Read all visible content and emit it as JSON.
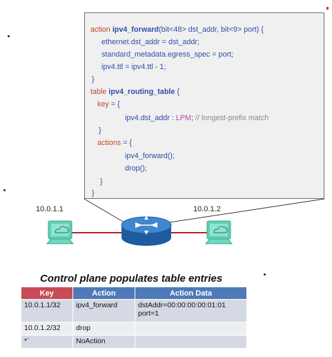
{
  "code": {
    "action_kw": "action",
    "action_name": "ipv4_forward",
    "action_params": "(bit<48> dst_addr, bit<9> port) {",
    "body_line1": "ethernet.dst_addr = dst_addr;",
    "body_line2": "standard_metadata.egress_spec = port;",
    "body_line3": "ipv4.ttl = ipv4.ttl - 1;",
    "close1": "}",
    "table_kw": "table",
    "table_name": "ipv4_routing_table",
    "table_open": " {",
    "key_kw": "key",
    "key_open": " = {",
    "key_field": "ipv4.dst_addr : ",
    "key_match": "LPM",
    "key_semi": "; ",
    "key_comment": "// longest-prefix match",
    "close_key": "}",
    "actions_kw": "actions",
    "actions_open": " = {",
    "actions_item1": "ipv4_forward();",
    "actions_item2": "drop();",
    "close_actions": "}",
    "close_table": "}"
  },
  "topology": {
    "host_left_ip": "10.0.1.1",
    "host_right_ip": "10.0.1.2",
    "link_color": "#b22222",
    "router_color": "#2f6fb0",
    "host_color": "#5fcfb3"
  },
  "control_plane": {
    "caption": "Control plane populates table entries",
    "headers": [
      "Key",
      "Action",
      "Action Data"
    ],
    "rows": [
      {
        "key": "10.0.1.1/32",
        "action": "ipv4_forward",
        "data_line1": "dstAddr=00:00:00:00:01:01",
        "data_line2": "port=1"
      },
      {
        "key": "10.0.1.2/32",
        "action": "drop",
        "data_line1": "",
        "data_line2": ""
      },
      {
        "key": "*`",
        "action": "NoAction",
        "data_line1": "",
        "data_line2": ""
      }
    ]
  }
}
